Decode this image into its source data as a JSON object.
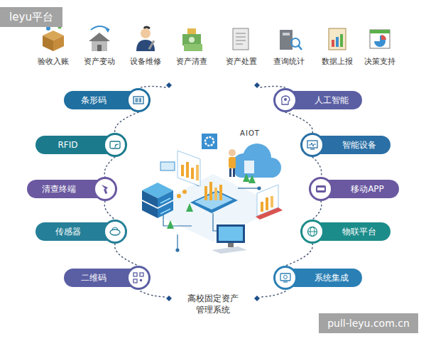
{
  "diagram": {
    "nodes": [
      {
        "text": [
          "条形码"
        ]
      },
      {
        "text": [
          "RFID"
        ]
      },
      {
        "text": [
          "清查终端"
        ]
      },
      {
        "text": [
          "传感器"
        ]
      },
      {
        "text": [
          "二维码"
        ]
      },
      {
        "text": [
          "人工智能"
        ]
      },
      {
        "text": [
          "智能设备"
        ]
      },
      {
        "text": [
          "移动APP"
        ]
      },
      {
        "text": [
          "物联平台"
        ]
      },
      {
        "text": [
          "系统集成"
        ]
      }
    ],
    "edges": [
      {
        "from": 0,
        "to": 1,
        "arrow": "none"
      },
      {
        "from": 1,
        "to": 2,
        "arrow": "none"
      },
      {
        "from": 2,
        "to": 3,
        "arrow": "none"
      },
      {
        "from": 3,
        "to": 4,
        "arrow": "none"
      },
      {
        "from": 5,
        "to": 6,
        "arrow": "none"
      },
      {
        "from": 6,
        "to": 7,
        "arrow": "none"
      },
      {
        "from": 7,
        "to": 8,
        "arrow": "none"
      },
      {
        "from": 8,
        "to": 9,
        "arrow": "none"
      }
    ],
    "labels": [
      "leyu平台",
      "验收入账",
      "资产变动",
      "设备维修",
      "资产清查",
      "资产处置",
      "查询统计",
      "数据上报",
      "决策支持",
      "AIOT",
      "高校固定资产 管理系统",
      "pull-leyu.com.cn"
    ]
  }
}
